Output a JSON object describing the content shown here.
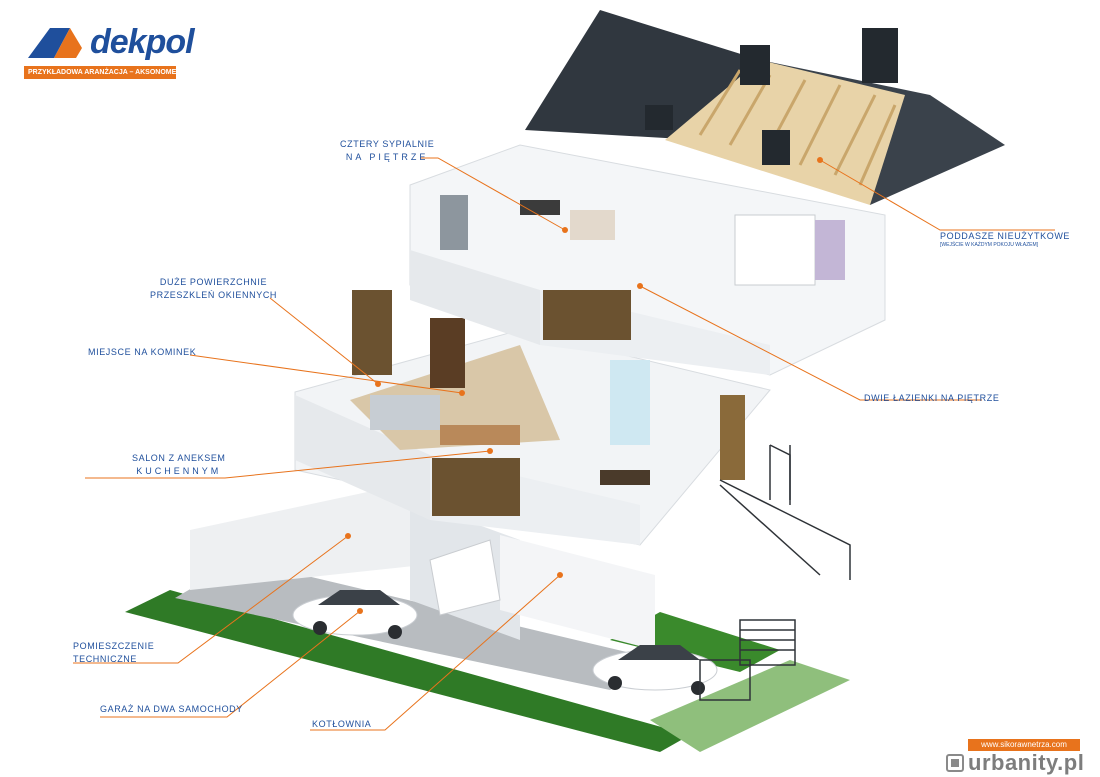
{
  "brand": {
    "name": "dekpol",
    "subtitle": "PRZYKŁADOWA ARANŻACJA – AKSONOMETRIA",
    "color": "#1f4f9c",
    "accent": "#e8731c"
  },
  "labels": {
    "bedrooms": {
      "line1": "CZTERY SYPIALNIE",
      "line2": "NA PIĘTRZE"
    },
    "attic": {
      "line1": "PODDASZE NIEUŻYTKOWE",
      "note": "[WEJŚCIE W KAŻDYM POKOJU WŁAZEM]"
    },
    "windows": {
      "line1": "DUŻE POWIERZCHNIE",
      "line2": "PRZESZKLEŃ OKIENNYCH"
    },
    "fireplace": "MIEJSCE NA KOMINEK",
    "bathrooms": "DWIE ŁAZIENKI NA PIĘTRZE",
    "living": {
      "line1": "SALON Z ANEKSEM",
      "line2": "KUCHENNYM"
    },
    "technical": {
      "line1": "POMIESZCZENIE",
      "line2": "TECHNICZNE"
    },
    "garage": "GARAŻ NA DWA SAMOCHODY",
    "boiler": "KOTŁOWNIA"
  },
  "footer": {
    "url": "www.sikorawnetrza.com",
    "watermark": "urbanity.pl"
  }
}
